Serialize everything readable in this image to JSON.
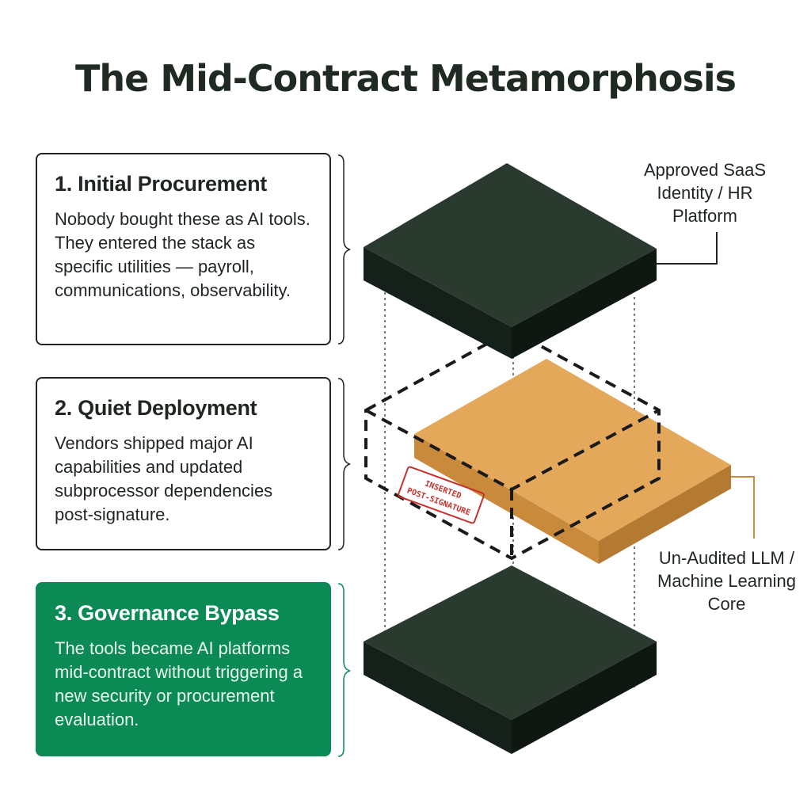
{
  "title": "The Mid-Contract Metamorphosis",
  "cards": [
    {
      "heading": "1. Initial Procurement",
      "body": "Nobody bought these as AI tools. They entered the stack as specific utilities — payroll, communications, observability."
    },
    {
      "heading": "2. Quiet Deployment",
      "body": "Vendors shipped major AI capabilities and updated subprocessor dependencies post-signature."
    },
    {
      "heading": "3. Governance Bypass",
      "body": "The tools became AI platforms mid-contract without triggering a new security or procurement evaluation."
    }
  ],
  "layers": {
    "top_label": "Approved SaaS Identity / HR Platform",
    "middle_label": "Un-Audited LLM / Machine Learning Core",
    "stamp_line1": "INSERTED",
    "stamp_line2": "POST-SIGNATURE"
  },
  "colors": {
    "dark_layer": "#1f2c22",
    "gold_layer": "#e4a85a",
    "active_card": "#0b8a56",
    "stamp": "#c9302c"
  }
}
